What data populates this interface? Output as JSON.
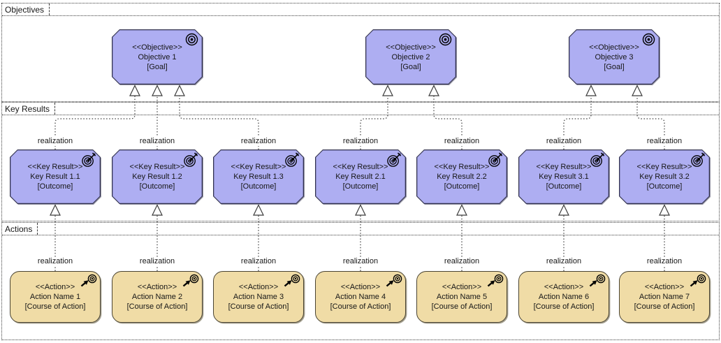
{
  "relationship_label": "realization",
  "lanes": [
    {
      "label": "Objectives"
    },
    {
      "label": "Key Results"
    },
    {
      "label": "Actions"
    }
  ],
  "objectives": [
    {
      "stereotype": "<<Objective>>",
      "name": "Objective 1",
      "type": "[Goal]"
    },
    {
      "stereotype": "<<Objective>>",
      "name": "Objective 2",
      "type": "[Goal]"
    },
    {
      "stereotype": "<<Objective>>",
      "name": "Objective 3",
      "type": "[Goal]"
    }
  ],
  "key_results": [
    {
      "stereotype": "<<Key Result>>",
      "name": "Key Result 1.1",
      "type": "[Outcome]"
    },
    {
      "stereotype": "<<Key Result>>",
      "name": "Key Result 1.2",
      "type": "[Outcome]"
    },
    {
      "stereotype": "<<Key Result>>",
      "name": "Key Result 1.3",
      "type": "[Outcome]"
    },
    {
      "stereotype": "<<Key Result>>",
      "name": "Key Result 2.1",
      "type": "[Outcome]"
    },
    {
      "stereotype": "<<Key Result>>",
      "name": "Key Result 2.2",
      "type": "[Outcome]"
    },
    {
      "stereotype": "<<Key Result>>",
      "name": "Key Result 3.1",
      "type": "[Outcome]"
    },
    {
      "stereotype": "<<Key Result>>",
      "name": "Key Result 3.2",
      "type": "[Outcome]"
    }
  ],
  "actions": [
    {
      "stereotype": "<<Action>>",
      "name": "Action Name 1",
      "type": "[Course of Action]"
    },
    {
      "stereotype": "<<Action>>",
      "name": "Action Name 2",
      "type": "[Course of Action]"
    },
    {
      "stereotype": "<<Action>>",
      "name": "Action Name 3",
      "type": "[Course of Action]"
    },
    {
      "stereotype": "<<Action>>",
      "name": "Action Name 4",
      "type": "[Course of Action]"
    },
    {
      "stereotype": "<<Action>>",
      "name": "Action Name 5",
      "type": "[Course of Action]"
    },
    {
      "stereotype": "<<Action>>",
      "name": "Action Name 6",
      "type": "[Course of Action]"
    },
    {
      "stereotype": "<<Action>>",
      "name": "Action Name 7",
      "type": "[Course of Action]"
    }
  ],
  "colors": {
    "motivation_fill": "#AEAEF2",
    "motivation_border": "#32324E",
    "action_fill": "#F0DCA6",
    "action_border": "#4A4433",
    "connector": "#3C3C3C"
  }
}
